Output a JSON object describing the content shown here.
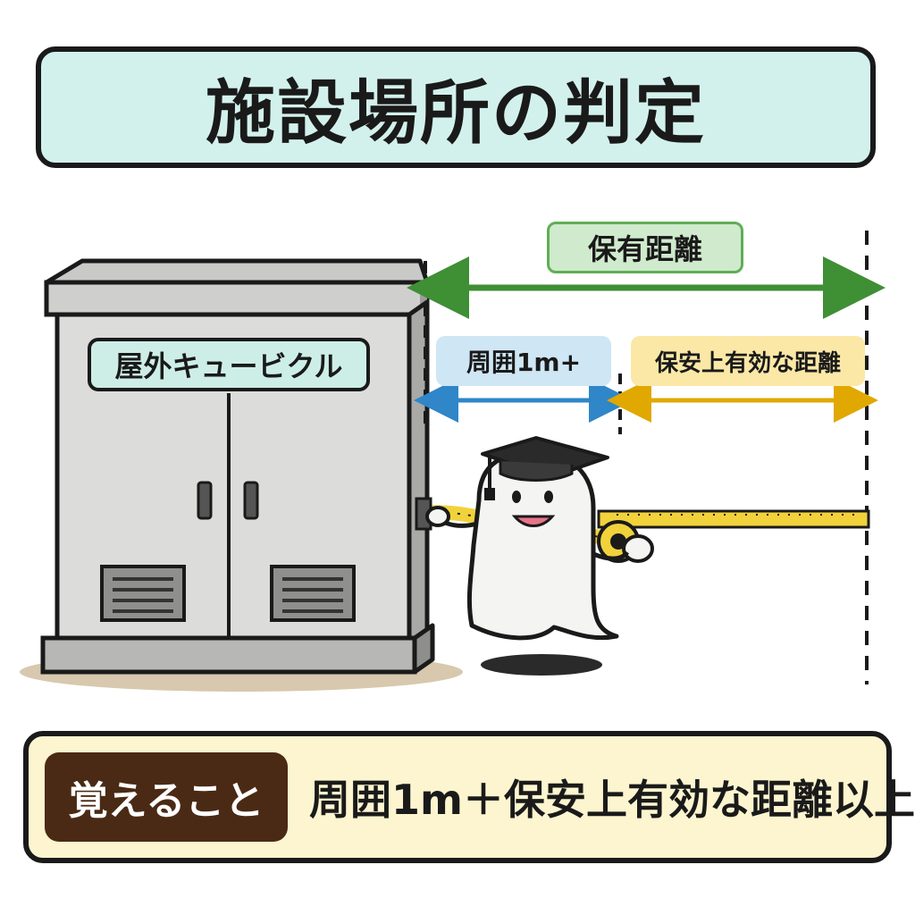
{
  "title": "施設場所の判定",
  "labels": {
    "total_distance": "保有距離",
    "perimeter": "周囲1m+",
    "safe_distance": "保安上有効な距離",
    "equipment": "屋外キュービクル"
  },
  "memo": {
    "tag": "覚えること",
    "text": "周囲1m＋保安上有効な距離以上"
  },
  "colors": {
    "title_bg": "#d3f1ec",
    "total_arrow": "#3f8f35",
    "perimeter_arrow": "#2f86c8",
    "safe_arrow": "#e0a800",
    "memo_tag_bg": "#4a2a14",
    "memo_panel_bg": "#fcf5cf"
  }
}
